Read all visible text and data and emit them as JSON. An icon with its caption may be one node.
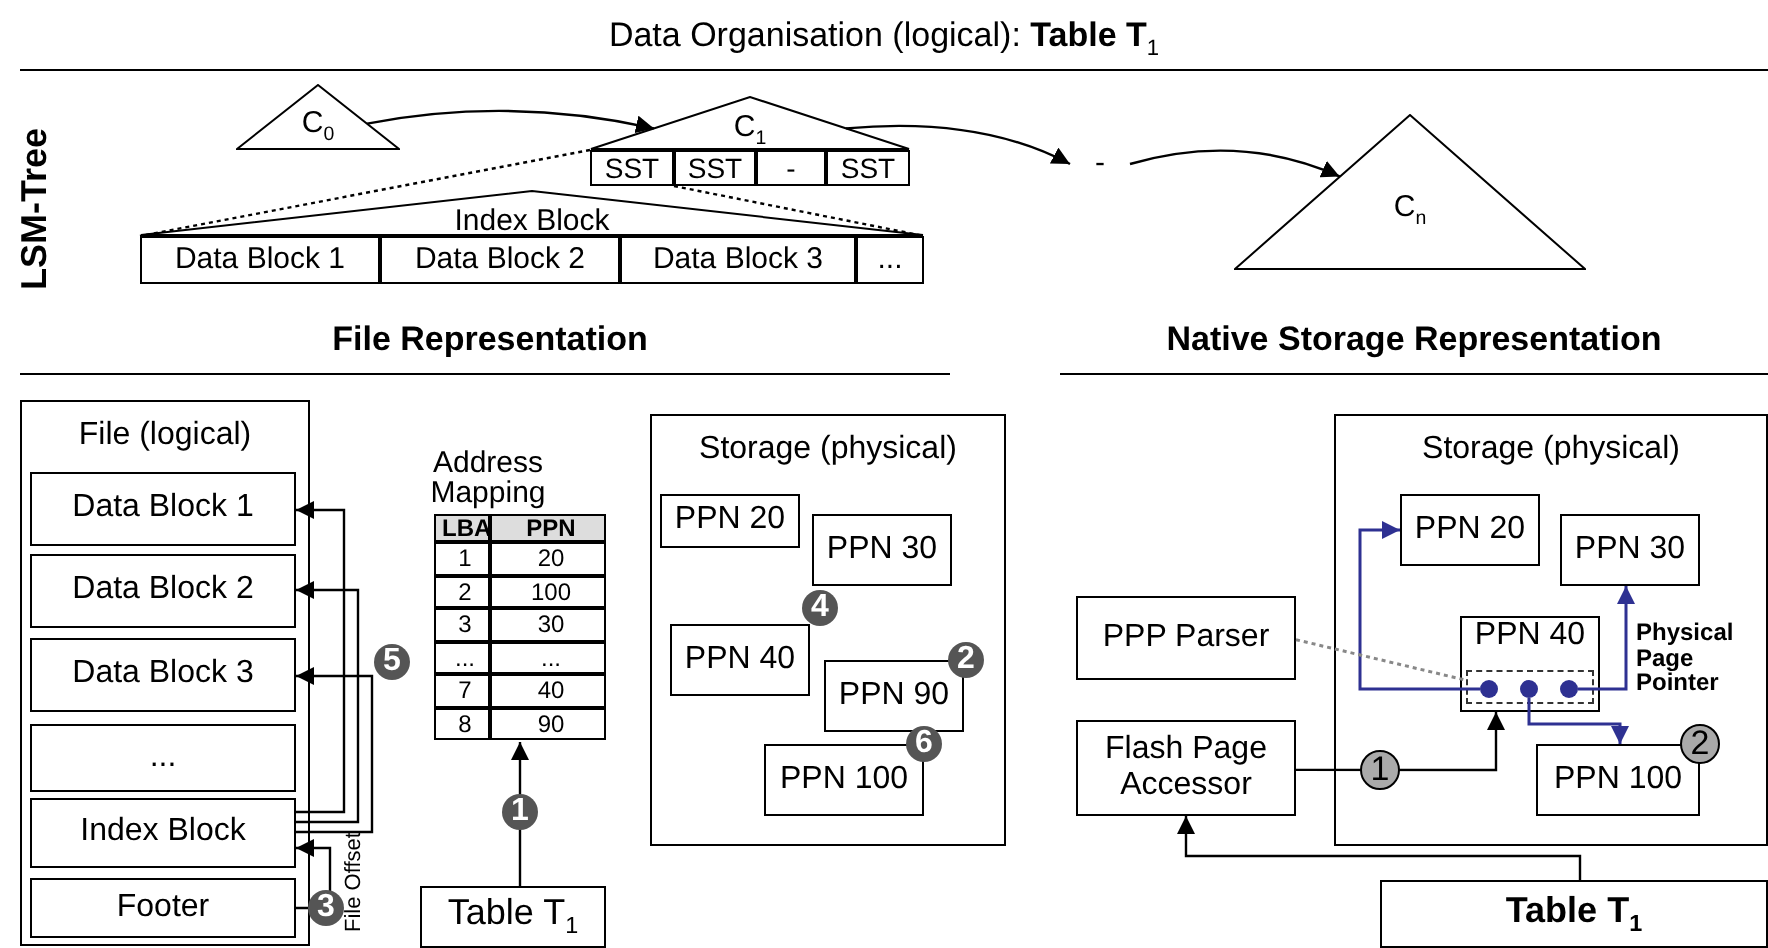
{
  "diagram": {
    "title": "Data Organisation (logical): **Table T**$_{1}$",
    "nodes": [
      {
        "text": [
          "C$_{0}$"
        ]
      },
      {
        "text": [
          "C$_{1}$"
        ]
      },
      {
        "text": [
          "SST"
        ]
      },
      {
        "text": [
          "SST"
        ]
      },
      {
        "text": [
          "-"
        ]
      },
      {
        "text": [
          "SST"
        ]
      },
      {
        "text": [
          "-"
        ]
      },
      {
        "text": [
          "C$_{n}$"
        ]
      },
      {
        "text": [
          "Index Block"
        ]
      },
      {
        "text": [
          "Data Block 1"
        ]
      },
      {
        "text": [
          "Data Block 2"
        ]
      },
      {
        "text": [
          "Data Block 3"
        ]
      },
      {
        "text": [
          "..."
        ]
      },
      {
        "text": [
          "File (logical)"
        ]
      },
      {
        "text": [
          "Data Block 1"
        ],
        "in": 13
      },
      {
        "text": [
          "Data Block 2"
        ],
        "in": 13
      },
      {
        "text": [
          "Data Block 3"
        ],
        "in": 13
      },
      {
        "text": [
          "..."
        ],
        "in": 13
      },
      {
        "text": [
          "Index Block"
        ],
        "in": 13
      },
      {
        "text": [
          "Footer"
        ],
        "in": 13
      },
      {
        "text": [
          "Address Mapping"
        ]
      },
      {
        "text": [
          "Table T$_{1}$"
        ]
      },
      {
        "text": [
          "Storage (physical)"
        ]
      },
      {
        "text": [
          "PPN 20"
        ],
        "in": 22
      },
      {
        "text": [
          "PPN 30"
        ],
        "in": 22
      },
      {
        "text": [
          "PPN 40"
        ],
        "in": 22
      },
      {
        "text": [
          "PPN 90"
        ],
        "in": 22
      },
      {
        "text": [
          "PPN 100"
        ],
        "in": 22
      },
      {
        "text": [
          "PPP Parser"
        ]
      },
      {
        "text": [
          "Flash Page Accessor"
        ]
      },
      {
        "text": [
          "Storage (physical)"
        ]
      },
      {
        "text": [
          "PPN 20"
        ],
        "in": 30
      },
      {
        "text": [
          "PPN 30"
        ],
        "in": 30
      },
      {
        "text": [
          "PPN 40"
        ],
        "in": 30
      },
      {
        "text": [],
        "shape": "box",
        "in": 33
      },
      {
        "text": [],
        "shape": "circle",
        "in": 34
      },
      {
        "text": [],
        "shape": "circle",
        "in": 34
      },
      {
        "text": [],
        "shape": "circle",
        "in": 34
      },
      {
        "text": [
          "PPN 100"
        ],
        "in": 30
      },
      {
        "text": [
          "Table T$_{1}$"
        ]
      }
    ],
    "edges": [
      {
        "from": 0,
        "to": 1,
        "arrow": "to"
      },
      {
        "from": 1,
        "to": 6,
        "arrow": "to"
      },
      {
        "from": 6,
        "to": 7,
        "arrow": "to"
      },
      {
        "from": 2,
        "to": 9,
        "arrow": "none",
        "style": "dashed"
      },
      {
        "from": 2,
        "to": 12,
        "arrow": "none",
        "style": "dashed"
      },
      {
        "from": 18,
        "to": 14,
        "arrow": "to"
      },
      {
        "from": 18,
        "to": 15,
        "arrow": "to"
      },
      {
        "from": 18,
        "to": 16,
        "arrow": "to"
      },
      {
        "from": 19,
        "to": 18,
        "arrow": "to",
        "label": "3"
      },
      {
        "from": 21,
        "to": 20,
        "arrow": "to",
        "label": "1"
      },
      {
        "from": 35,
        "to": 31,
        "arrow": "to",
        "color": "#2e3192"
      },
      {
        "from": 36,
        "to": 38,
        "arrow": "to",
        "color": "#2e3192"
      },
      {
        "from": 37,
        "to": 32,
        "arrow": "to",
        "color": "#2e3192"
      },
      {
        "from": 28,
        "to": 34,
        "arrow": "none",
        "style": "dashed",
        "color": "#888888"
      },
      {
        "from": 29,
        "to": 33,
        "arrow": "to",
        "label": "1"
      },
      {
        "from": 39,
        "to": 29,
        "arrow": "to"
      }
    ],
    "labels": [
      "LSM-Tree",
      "File Representation",
      "Native Storage Representation",
      "5",
      "File Offset",
      "LBA",
      "PPN",
      "1",
      "20",
      "2",
      "100",
      "3",
      "30",
      "...",
      "...",
      "7",
      "40",
      "8",
      "90",
      "4",
      "2",
      "6",
      "Physical Page Pointer",
      "2"
    ]
  }
}
